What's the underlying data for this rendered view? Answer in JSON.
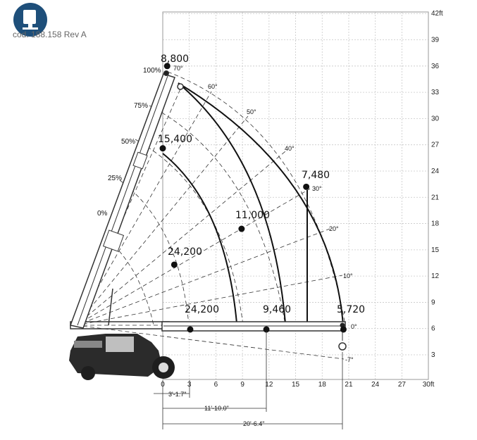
{
  "header": {
    "code": "cod. 188.158 Rev A",
    "icon": "manual-book-icon",
    "badge_color": "#1e4f7a"
  },
  "grid": {
    "x_ticks": [
      "0",
      "3",
      "6",
      "9",
      "12",
      "15",
      "18",
      "21",
      "24",
      "27",
      "30ft"
    ],
    "y_ticks": [
      "3",
      "6",
      "9",
      "12",
      "15",
      "18",
      "21",
      "24",
      "27",
      "30",
      "33",
      "36",
      "39",
      "42ft"
    ]
  },
  "loads": [
    {
      "label": "8,800",
      "x": 0.5,
      "y": 36.0
    },
    {
      "label": "15,400",
      "x": 0.0,
      "y": 26.6
    },
    {
      "label": "11,000",
      "x": 8.9,
      "y": 17.4
    },
    {
      "label": "7,480",
      "x": 16.2,
      "y": 22.2
    },
    {
      "label": "24,200",
      "x": 1.3,
      "y": 13.3
    },
    {
      "label": "24,200",
      "x": 3.1,
      "y": 5.9
    },
    {
      "label": "9,460",
      "x": 11.7,
      "y": 5.9
    },
    {
      "label": "5,720",
      "x": 20.4,
      "y": 5.9
    }
  ],
  "angles": [
    "70°",
    "60°",
    "50°",
    "40°",
    "30°",
    "20°",
    "10°",
    "0°",
    "-7°"
  ],
  "extensions": [
    "100%",
    "75%",
    "50%",
    "25%",
    "0%"
  ],
  "dimensions": [
    "3'-1.7\"",
    "11'-10.0\"",
    "20'-6.4\""
  ],
  "colors": {
    "grid": "#bdbdbd",
    "ink": "#111111",
    "dash": "#333333"
  }
}
